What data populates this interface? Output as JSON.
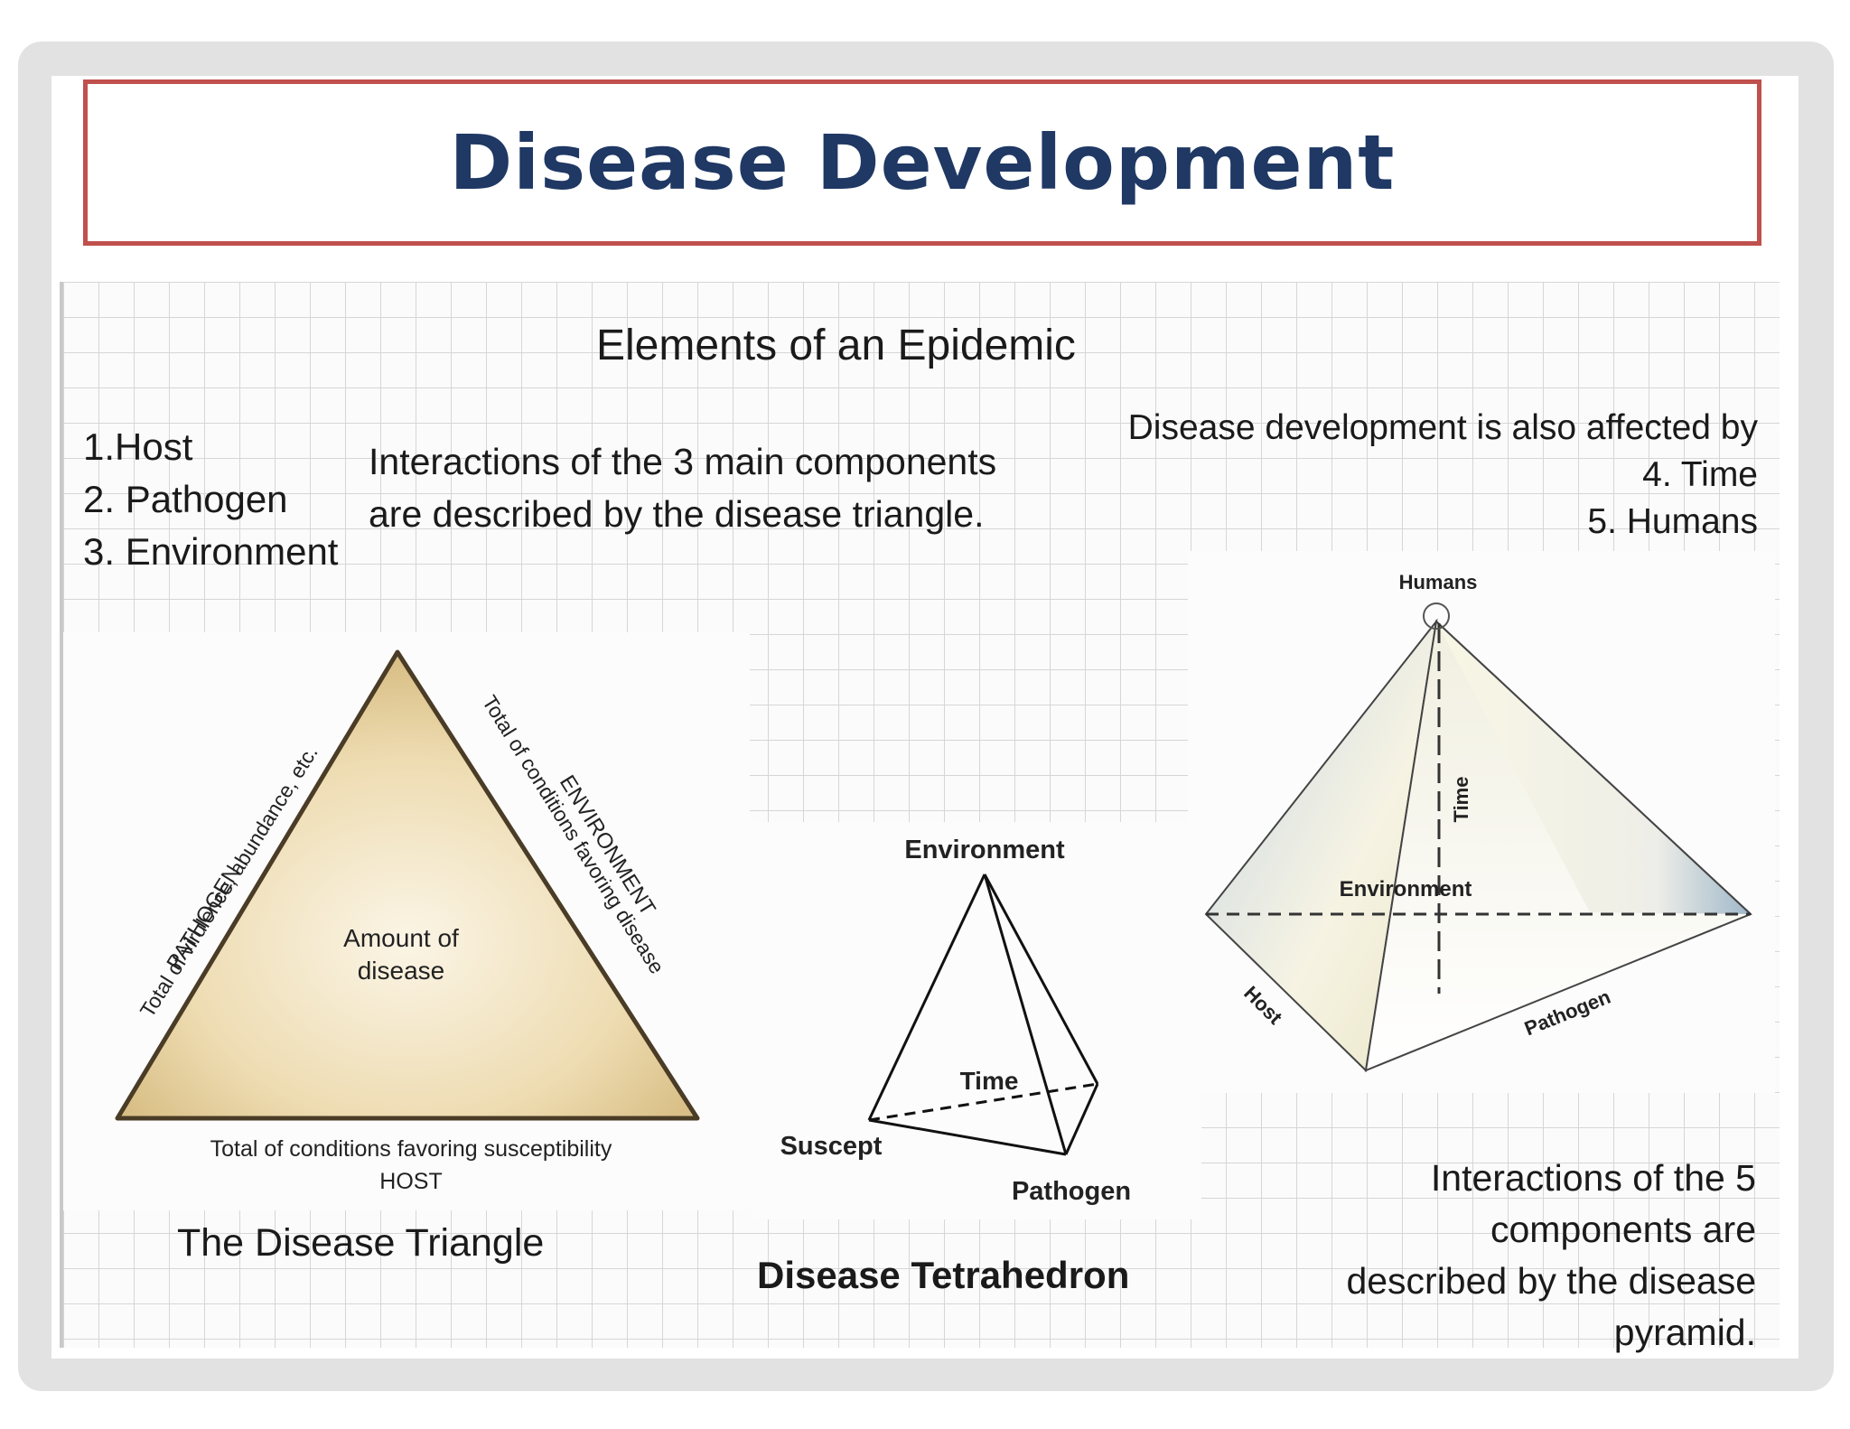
{
  "slide": {
    "title": "Disease Development"
  },
  "heading": "Elements of an Epidemic",
  "components_list": [
    "1.Host",
    "2. Pathogen",
    "3. Environment"
  ],
  "intro_text": [
    "Interactions of the 3 main components",
    "are described by the disease triangle."
  ],
  "also_affected": [
    "Disease development is also affected by",
    "4. Time",
    "5. Humans"
  ],
  "triangle": {
    "center_label": [
      "Amount of",
      "disease"
    ],
    "left_side": [
      "PATHOGEN",
      "Total of virulence, abundance, etc."
    ],
    "right_side": [
      "ENVIRONMENT",
      "Total of conditions favoring disease"
    ],
    "base": [
      "Total of conditions favoring susceptibility",
      "HOST"
    ],
    "caption": "The Disease Triangle"
  },
  "tetrahedron": {
    "labels": {
      "top": "Environment",
      "middle": "Time",
      "left": "Suscept",
      "right": "Pathogen"
    },
    "caption": "Disease Tetrahedron"
  },
  "pyramid": {
    "labels": {
      "apex": "Humans",
      "axis": "Time",
      "center": "Environment",
      "left_edge": "Host",
      "right_edge": "Pathogen"
    },
    "caption": [
      "Interactions of the 5",
      "components are",
      "described by the disease",
      "pyramid."
    ]
  },
  "colors": {
    "title": "#1f3864",
    "title_border": "#c0504d",
    "triangle_fill": "#e8d4a8",
    "triangle_stroke": "#5a4a30"
  }
}
